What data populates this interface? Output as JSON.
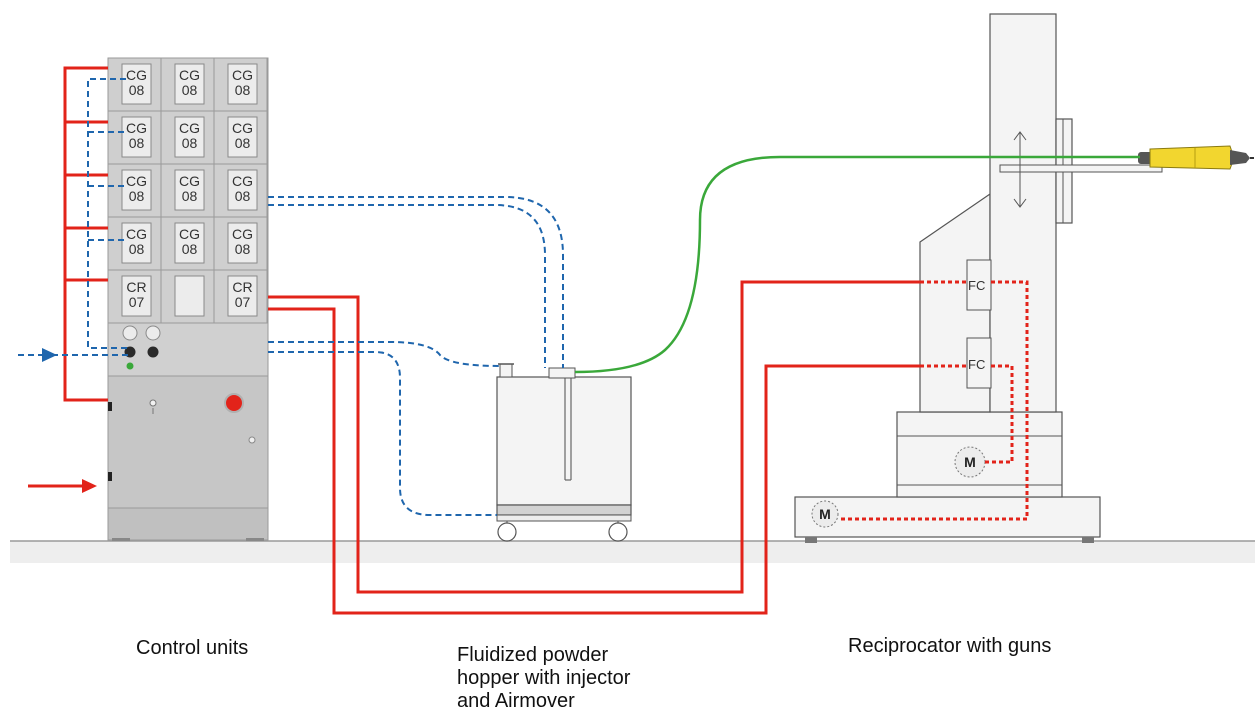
{
  "colors": {
    "electric": "#e2231a",
    "air": "#1f66ad",
    "powder_hose": "#3aa83a",
    "gun": "#f2d62f",
    "cabinet": "#c8c8c8",
    "estop": "#e2231a"
  },
  "control_cabinet": {
    "module_rows": [
      [
        "CG 08",
        "CG 08",
        "CG 08"
      ],
      [
        "CG 08",
        "CG 08",
        "CG 08"
      ],
      [
        "CG 08",
        "CG 08",
        "CG 08"
      ],
      [
        "CG 08",
        "CG 08",
        "CG 08"
      ],
      [
        "CR 07",
        "",
        "CR 07"
      ]
    ]
  },
  "reciprocator": {
    "flow_controllers": [
      "FC",
      "FC"
    ],
    "motors": [
      "M",
      "M"
    ]
  },
  "labels": {
    "control_units": "Control units",
    "hopper_line1": "Fluidized powder",
    "hopper_line2": "hopper with injector",
    "hopper_line3": "and Airmover",
    "reciprocator": "Reciprocator with guns"
  }
}
